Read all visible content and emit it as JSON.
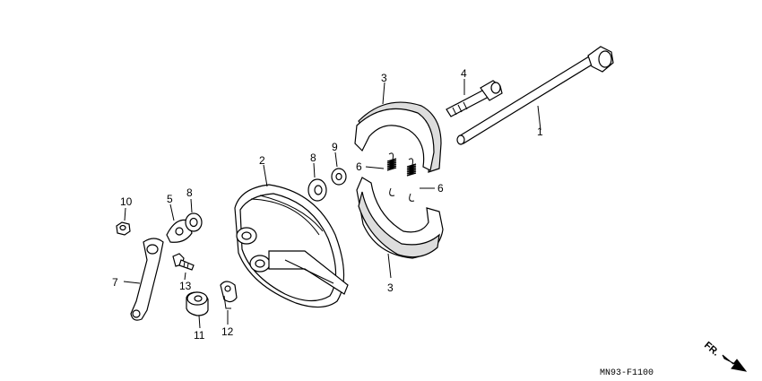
{
  "diagram_code": "MN93-F1100",
  "direction_label": "FR.",
  "callouts": {
    "p1": "1",
    "p2": "2",
    "p3_upper": "3",
    "p3_lower": "3",
    "p4": "4",
    "p5": "5",
    "p6_left": "6",
    "p6_right": "6",
    "p7": "7",
    "p8_left": "8",
    "p8_center": "8",
    "p9": "9",
    "p10": "10",
    "p11": "11",
    "p12": "12",
    "p13": "13"
  }
}
